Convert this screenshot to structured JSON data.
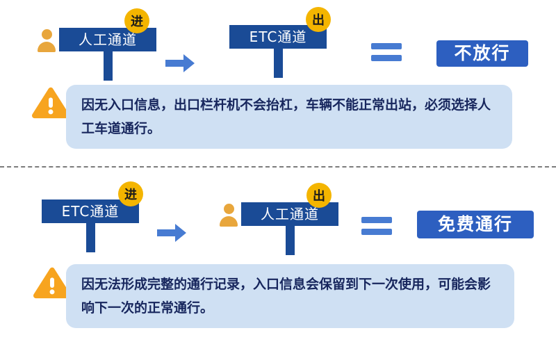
{
  "colors": {
    "sign_blue": "#1a4b96",
    "result_blue": "#2d5fc0",
    "accent_blue": "#477bd2",
    "note_bg": "#cfe0f3",
    "note_text": "#17265d",
    "badge_yellow": "#f4b500",
    "warning_orange": "#f7a41f"
  },
  "icons": {
    "person": "person-icon",
    "arrow": "arrow-right-icon",
    "equals": "equals-icon",
    "warning": "warning-triangle-icon"
  },
  "scenarios": [
    {
      "entry": {
        "label": "人工通道",
        "badge": "进"
      },
      "exit": {
        "label": "ETC通道",
        "badge": "出"
      },
      "result": "不放行",
      "note": "因无入口信息，出口栏杆机不会抬杠，车辆不能正常出站，必须选择人工车道通行。"
    },
    {
      "entry": {
        "label": "ETC通道",
        "badge": "进"
      },
      "exit": {
        "label": "人工通道",
        "badge": "出"
      },
      "result": "免费通行",
      "note": "因无法形成完整的通行记录，入口信息会保留到下一次使用，可能会影响下一次的正常通行。"
    }
  ]
}
